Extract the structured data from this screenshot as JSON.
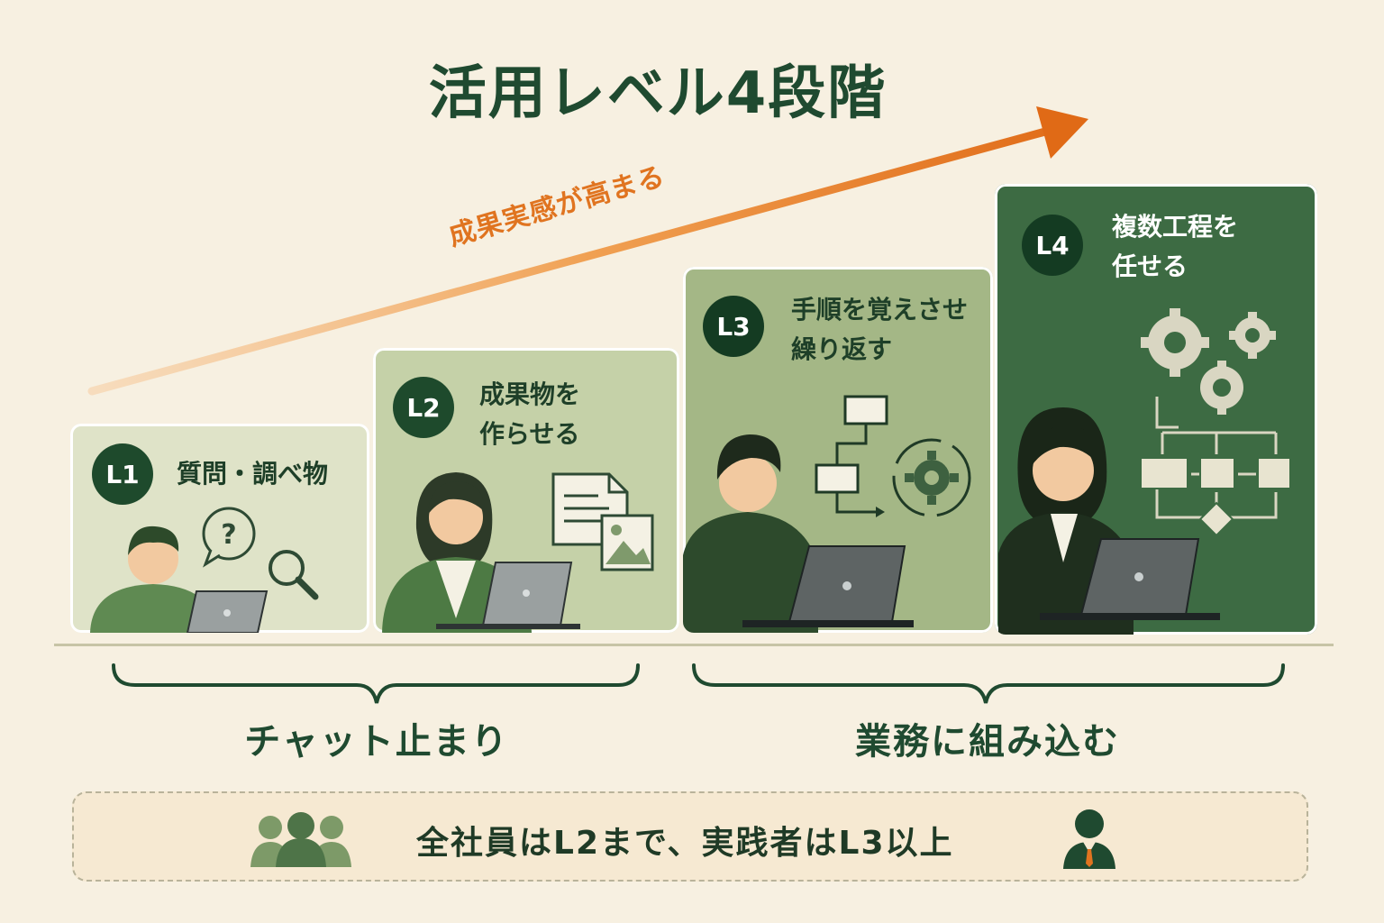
{
  "title": "活用レベル4段階",
  "trend_label": "成果実感が高まる",
  "levels": [
    {
      "badge": "L1",
      "text": "質問・調べ物",
      "icon": "question-search-icon"
    },
    {
      "badge": "L2",
      "text": "成果物を\n作らせる",
      "icon": "document-image-icon"
    },
    {
      "badge": "L3",
      "text": "手順を覚えさせ\n繰り返す",
      "icon": "flow-cycle-icon"
    },
    {
      "badge": "L4",
      "text": "複数工程を\n任せる",
      "icon": "gears-workflow-icon"
    }
  ],
  "groups": [
    {
      "label": "チャット止まり"
    },
    {
      "label": "業務に組み込む"
    }
  ],
  "footer": {
    "text": "全社員はL2まで、実践者はL3以上"
  },
  "colors": {
    "background": "#f7f0e1",
    "title": "#1f4a30",
    "accent": "#e07420",
    "level1": "#dfe3c8",
    "level2": "#c5d1a8",
    "level3": "#a4b786",
    "level4": "#3d6b43"
  }
}
